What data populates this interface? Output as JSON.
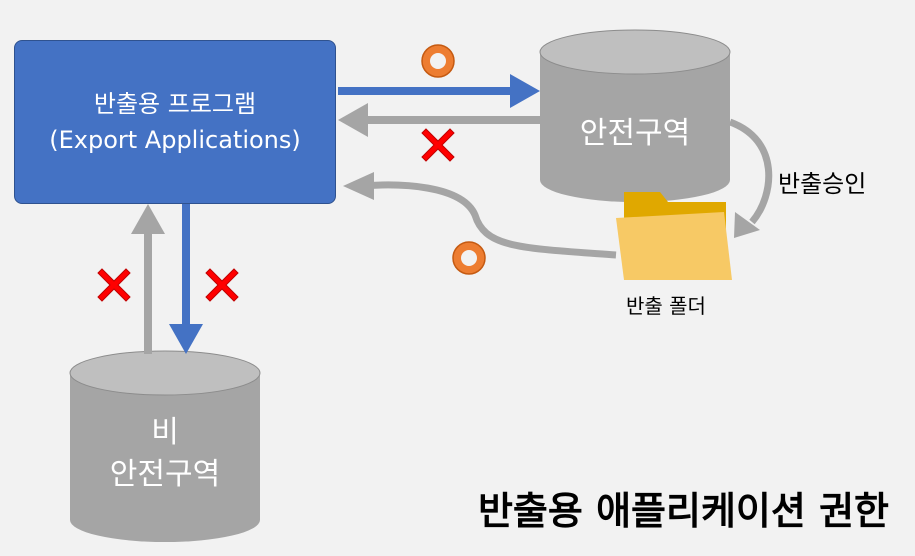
{
  "program_box": {
    "line1": "반출용 프로그램",
    "line2": "(Export Applications)"
  },
  "safe_zone": {
    "label": "안전구역"
  },
  "unsafe_zone": {
    "line1": "비",
    "line2": "안전구역"
  },
  "export_approval": {
    "label": "반출승인"
  },
  "export_folder": {
    "label": "반출 폴더"
  },
  "title": "반출용 애플리케이션 권한",
  "colors": {
    "background": "#f2f2f2",
    "program_box": "#4472c4",
    "cylinder": "#a5a5a5",
    "cylinder_top": "#bfbfbf",
    "allowed_arrow": "#4472c4",
    "blocked_arrow": "#a5a5a5",
    "allowed_mark": "#ed7d31",
    "denied_mark": "#ff0000",
    "folder": "#ffc000"
  },
  "icons": {
    "allowed": "circle-o-icon",
    "denied": "red-x-icon",
    "folder": "folder-icon"
  }
}
